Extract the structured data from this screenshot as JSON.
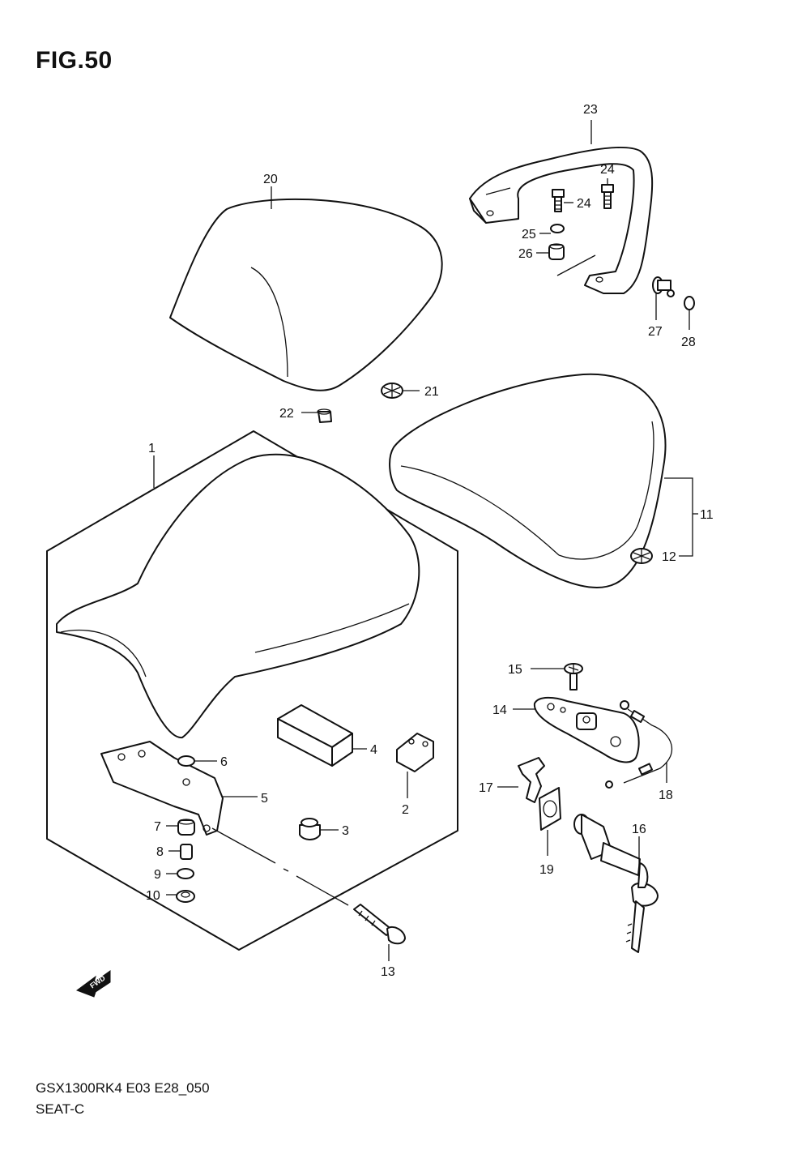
{
  "figure": {
    "title": "FIG.50"
  },
  "footer": {
    "model_code": "GSX1300RK4 E03 E28_050",
    "section_name": "SEAT-C"
  },
  "direction_marker": {
    "label": "FWD",
    "icon": "fwd-arrow-icon"
  },
  "callouts": [
    "1",
    "2",
    "3",
    "4",
    "5",
    "6",
    "7",
    "8",
    "9",
    "10",
    "11",
    "12",
    "13",
    "14",
    "15",
    "16",
    "17",
    "18",
    "19",
    "20",
    "21",
    "22",
    "23",
    "24",
    "24",
    "25",
    "26",
    "27",
    "28"
  ]
}
